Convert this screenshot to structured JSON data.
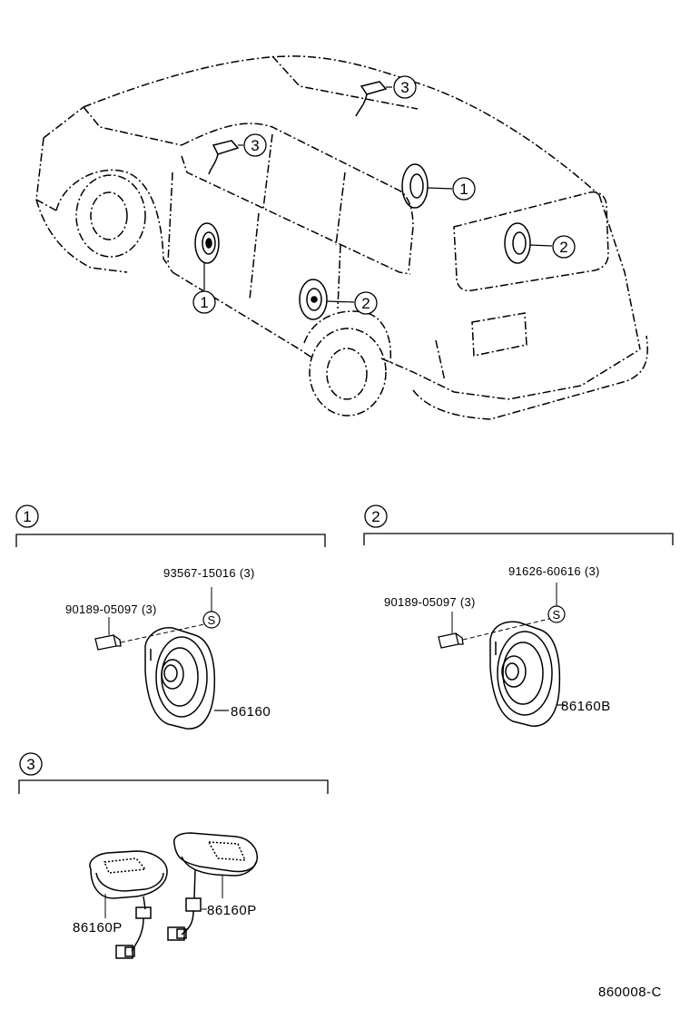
{
  "callouts": {
    "front_speaker": "1",
    "rear_speaker": "2",
    "tweeter": "3"
  },
  "section1": {
    "number": "1",
    "screw_part": "93567-15016 (3)",
    "clip_part": "90189-05097 (3)",
    "speaker_part": "86160",
    "screw_symbol": "S"
  },
  "section2": {
    "number": "2",
    "screw_part": "91626-60616 (3)",
    "clip_part": "90189-05097 (3)",
    "speaker_part": "86160B",
    "screw_symbol": "S"
  },
  "section3": {
    "number": "3",
    "left_part": "86160P",
    "right_part": "86160P"
  },
  "diagram_ref": "860008-C"
}
